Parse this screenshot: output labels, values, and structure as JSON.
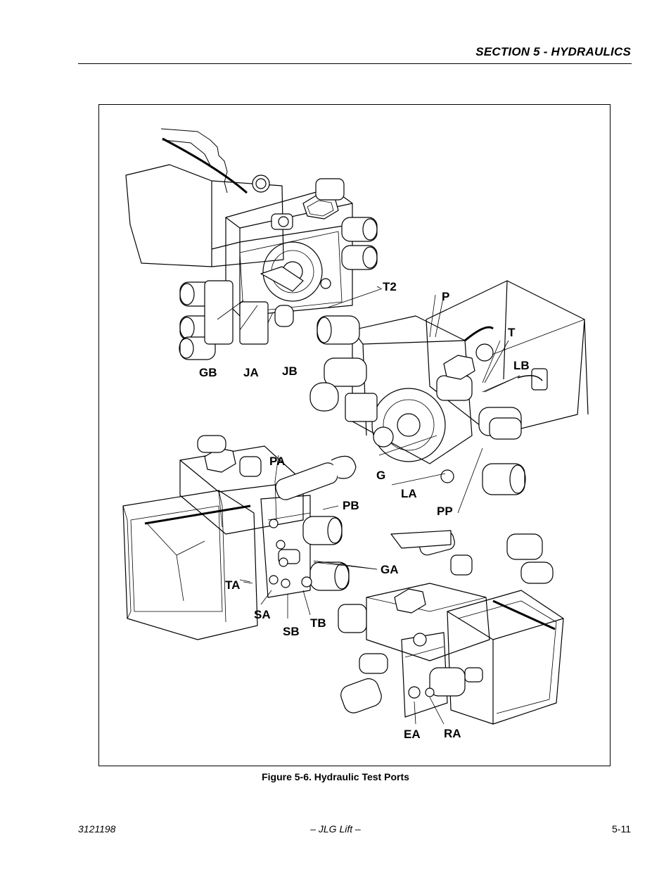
{
  "header": {
    "section_title": "SECTION 5 - HYDRAULICS"
  },
  "figure": {
    "callouts": [
      "T2",
      "P",
      "T",
      "LB",
      "GB",
      "JA",
      "JB",
      "G",
      "LA",
      "PP",
      "PA",
      "PB",
      "GA",
      "TA",
      "SA",
      "SB",
      "TB",
      "EA",
      "RA"
    ],
    "caption": "Figure 5-6.  Hydraulic Test Ports"
  },
  "footer": {
    "doc_number": "3121198",
    "publisher": "– JLG Lift –",
    "page_number": "5-11"
  }
}
